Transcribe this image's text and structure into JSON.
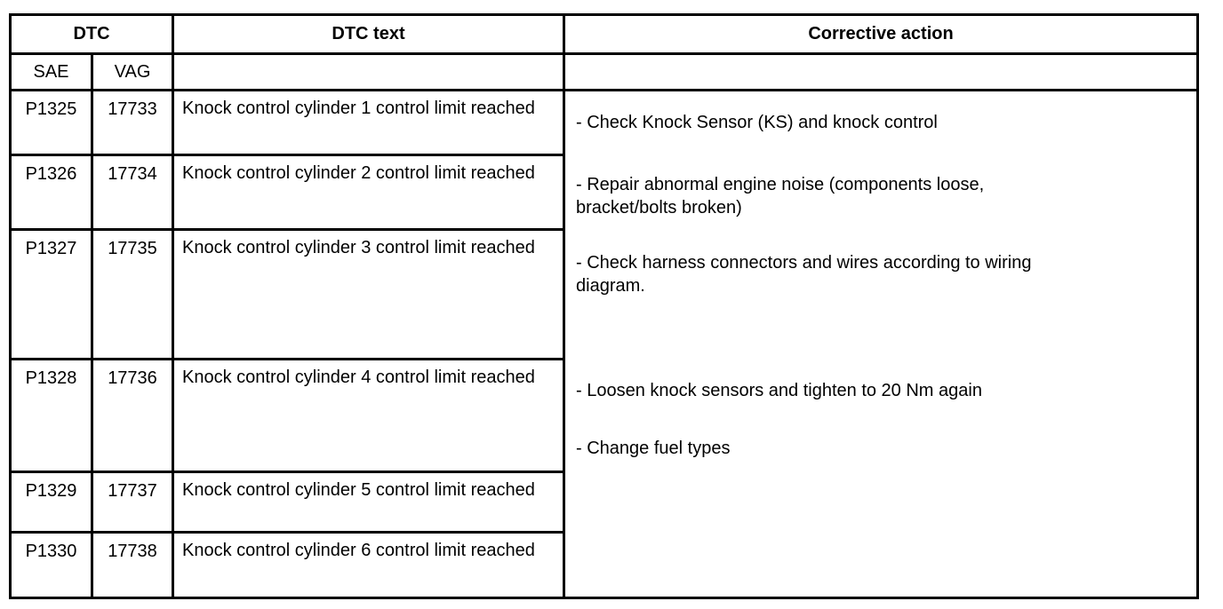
{
  "page": {
    "background": "#ffffff",
    "border_color": "#000000"
  },
  "table": {
    "headers": {
      "dtc": "DTC",
      "sae": "SAE",
      "vag": "VAG",
      "dtc_text": "DTC text",
      "corrective_action": "Corrective action"
    },
    "rows": [
      {
        "sae": "P1325",
        "vag": "17733",
        "text": "Knock control cylinder 1 control limit reached"
      },
      {
        "sae": "P1326",
        "vag": "17734",
        "text": "Knock control cylinder 2 control limit reached"
      },
      {
        "sae": "P1327",
        "vag": "17735",
        "text": "Knock control cylinder 3 control limit reached"
      },
      {
        "sae": "P1328",
        "vag": "17736",
        "text": "Knock control cylinder 4 control limit reached"
      },
      {
        "sae": "P1329",
        "vag": "17737",
        "text": "Knock control cylinder 5 control limit reached"
      },
      {
        "sae": "P1330",
        "vag": "17738",
        "text": "Knock control cylinder 6 control limit reached"
      }
    ],
    "corrective_actions": [
      "- Check Knock Sensor (KS) and knock control",
      "- Repair abnormal engine noise (components loose,\nbracket/bolts broken)",
      "- Check harness connectors and wires according to wiring\ndiagram.",
      "- Loosen knock sensors and tighten to 20 Nm again",
      "- Change fuel types"
    ]
  }
}
